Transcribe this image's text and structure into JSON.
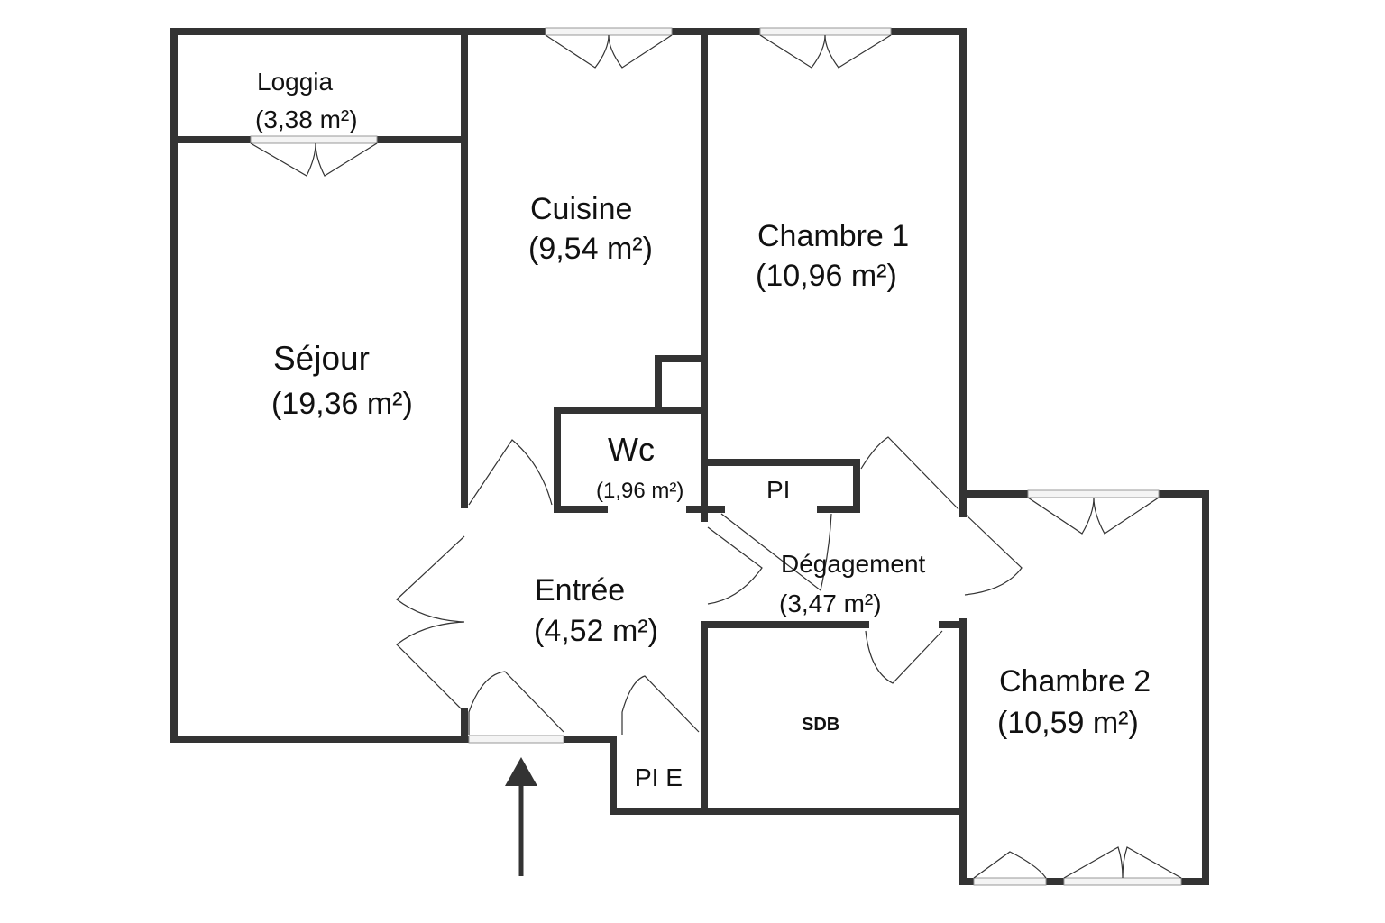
{
  "rooms": [
    {
      "name": "Loggia",
      "area": "(3,38 m²)"
    },
    {
      "name": "Cuisine",
      "area": "(9,54 m²)"
    },
    {
      "name": "Chambre 1",
      "area": "(10,96 m²)"
    },
    {
      "name": "Séjour",
      "area": "(19,36 m²)"
    },
    {
      "name": "Wc",
      "area": "(1,96 m²)"
    },
    {
      "name": "PI"
    },
    {
      "name": "Dégagement",
      "area": "(3,47 m²)"
    },
    {
      "name": "Entrée",
      "area": "(4,52 m²)"
    },
    {
      "name": "SDB"
    },
    {
      "name": "Chambre 2",
      "area": "(10,59 m²)"
    },
    {
      "name": "PI E"
    }
  ],
  "colors": {
    "wall": "#333333"
  }
}
